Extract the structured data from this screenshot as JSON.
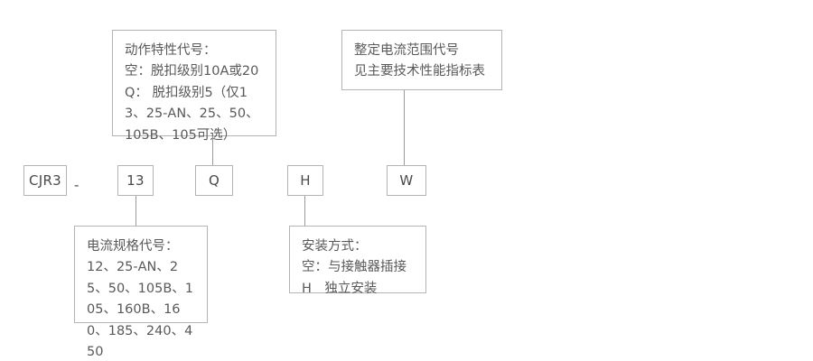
{
  "diagram": {
    "title_model": "CJR3",
    "separator": "-",
    "code_boxes": [
      {
        "id": "series",
        "label": "CJR3"
      },
      {
        "id": "current-spec",
        "label": "13"
      },
      {
        "id": "action-characteristic",
        "label": "Q"
      },
      {
        "id": "mounting",
        "label": "H"
      },
      {
        "id": "setting-current-range",
        "label": "W"
      }
    ],
    "notes": {
      "action_characteristic": {
        "id": "action-characteristic-note",
        "text": "动作特性代号：\n空：脱扣级别10A或20\nQ： 脱扣级别5（仅13、25-AN、25、50、105B、105可选）"
      },
      "setting_current_range": {
        "id": "setting-current-range-note",
        "text": "整定电流范围代号\n见主要技术性能指标表"
      },
      "current_spec": {
        "id": "current-spec-note",
        "text": "电流规格代号：\n12、25-AN、25、50、105B、105、160B、160、185、240、450"
      },
      "mounting": {
        "id": "mounting-note",
        "text": "安装方式：\n空：与接触器插接\nH　独立安装"
      }
    },
    "colors": {
      "border": "#b4b4b4",
      "connector": "#9a9a9a",
      "text": "#595959",
      "background": "#ffffff"
    }
  }
}
